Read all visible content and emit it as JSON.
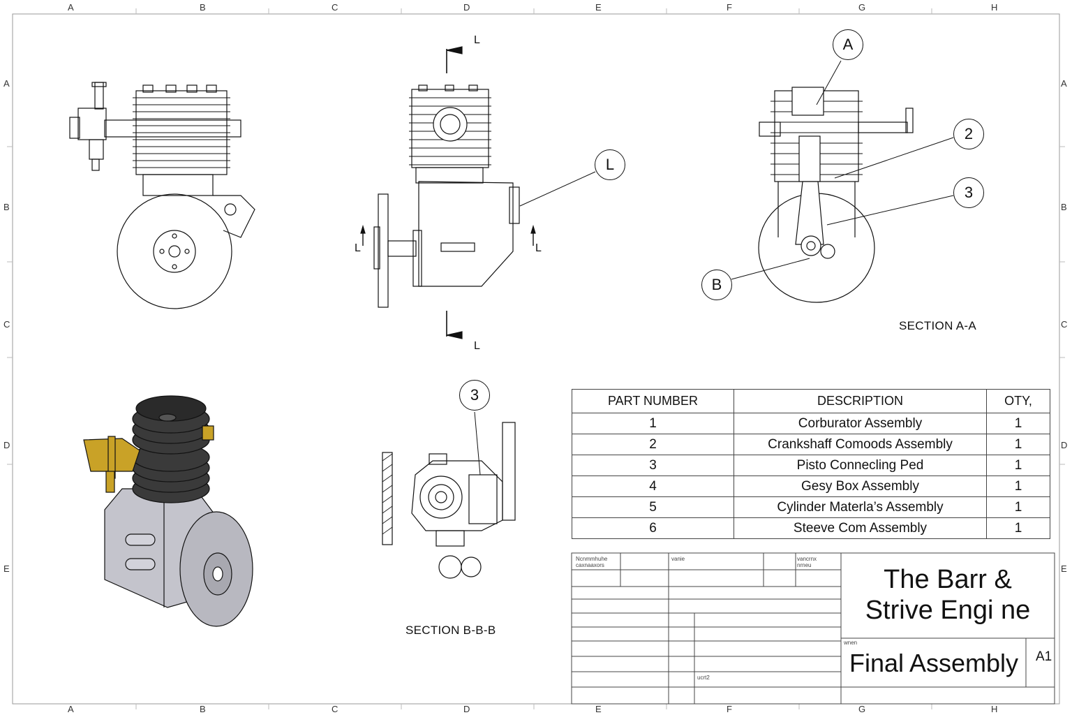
{
  "zones": {
    "columns": [
      "A",
      "B",
      "C",
      "D",
      "E",
      "F",
      "G",
      "H"
    ],
    "rows": [
      "A",
      "B",
      "C",
      "D",
      "E"
    ]
  },
  "views": {
    "section_a_label": "SECTION A-A",
    "section_b_label": "SECTION B-B-B",
    "cut_letter": "L"
  },
  "balloons": {
    "a": "A",
    "b": "B",
    "l": "L",
    "two": "2",
    "three": "3",
    "three_b": "3"
  },
  "bom": {
    "headers": [
      "PART NUMBER",
      "DESCRIPTION",
      "OTY,"
    ],
    "rows": [
      [
        "1",
        "Corburator Assembly",
        "1"
      ],
      [
        "2",
        "Crankshaff Comoods Assembly",
        "1"
      ],
      [
        "3",
        "Pisto Connecling Ped",
        "1"
      ],
      [
        "4",
        "Gesy Box Assembly",
        "1"
      ],
      [
        "5",
        "Cylinder Materla’s Assembly",
        "1"
      ],
      [
        "6",
        "Steeve  Com Assembly",
        "1"
      ]
    ]
  },
  "title_block": {
    "title_line1": "The Barr &",
    "title_line2": "Strive Engi ne",
    "drawing_name": "Final Assembly",
    "sheet_size": "A1",
    "small_1": "Ncnmmhuhe",
    "small_2": "caxnaaxors",
    "small_3": "vanie",
    "small_4": "vancrnx",
    "small_5": "nrneu",
    "small_6": "wnen",
    "small_7": "ucrt2"
  },
  "colors": {
    "line": "#111111",
    "carburetor": "#c9a227",
    "cylinder_fins": "#3a3a3a",
    "crankcase": "#c4c4cc"
  }
}
